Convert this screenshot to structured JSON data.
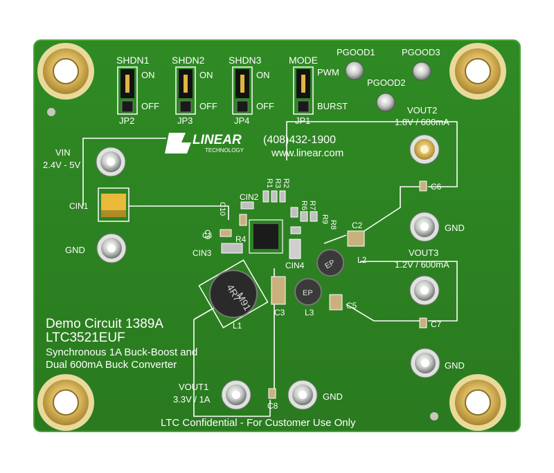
{
  "board": {
    "colors": {
      "pcb": "#2f7d22",
      "pcb_edge": "#3d9a2c",
      "silkscreen": "#ffffff",
      "gold": "#d9b75a",
      "copper_ring": "#e5cf8a"
    },
    "jumpers": [
      {
        "name": "SHDN1",
        "on": "ON",
        "off": "OFF",
        "ref": "JP2"
      },
      {
        "name": "SHDN2",
        "on": "ON",
        "off": "OFF",
        "ref": "JP3"
      },
      {
        "name": "SHDN3",
        "on": "ON",
        "off": "OFF",
        "ref": "JP4"
      },
      {
        "name": "MODE",
        "on": "PWM",
        "off": "BURST",
        "ref": "JP1"
      }
    ],
    "test_points": [
      "PGOOD1",
      "PGOOD2",
      "PGOOD3"
    ],
    "logo": {
      "brand": "LINEAR",
      "sub": "TECHNOLOGY",
      "phone": "(408)432-1900",
      "url": "www.linear.com"
    },
    "terminals": {
      "vin": {
        "label": "VIN",
        "value": "2.4V - 5V"
      },
      "gnd_left": "GND",
      "vout2": {
        "label": "VOUT2",
        "value": "1.8V / 600mA"
      },
      "gnd_r1": "GND",
      "vout3": {
        "label": "VOUT3",
        "value": "1.2V / 600mA"
      },
      "gnd_r2": "GND",
      "vout1": {
        "label": "VOUT1",
        "value": "3.3V / 1A"
      },
      "gnd_bottom": "GND"
    },
    "refdes": {
      "cin1": "CIN1",
      "cin2": "CIN2",
      "cin3": "CIN3",
      "cin4": "CIN4",
      "c2": "C2",
      "c3": "C3",
      "c5": "C5",
      "c6": "C6",
      "c7": "C7",
      "c8": "C8",
      "c9": "C9",
      "c10": "C10",
      "r1": "R1",
      "r2": "R2",
      "r3": "R3",
      "r4": "R4",
      "r6": "R6",
      "r7": "R7",
      "r8": "R8",
      "r9": "R9",
      "l1": "L1",
      "l2": "L2",
      "l3": "L3"
    },
    "inductor_marks": {
      "l1_line1": "4R7",
      "l1_line2": "M91",
      "l2": "EP",
      "l3": "EP"
    },
    "description": {
      "line1": "Demo Circuit 1389A",
      "line2": "LTC3521EUF",
      "line3": "Synchronous 1A Buck-Boost and",
      "line4": "Dual 600mA Buck Converter"
    },
    "footer": "LTC Confidential - For Customer Use Only"
  }
}
